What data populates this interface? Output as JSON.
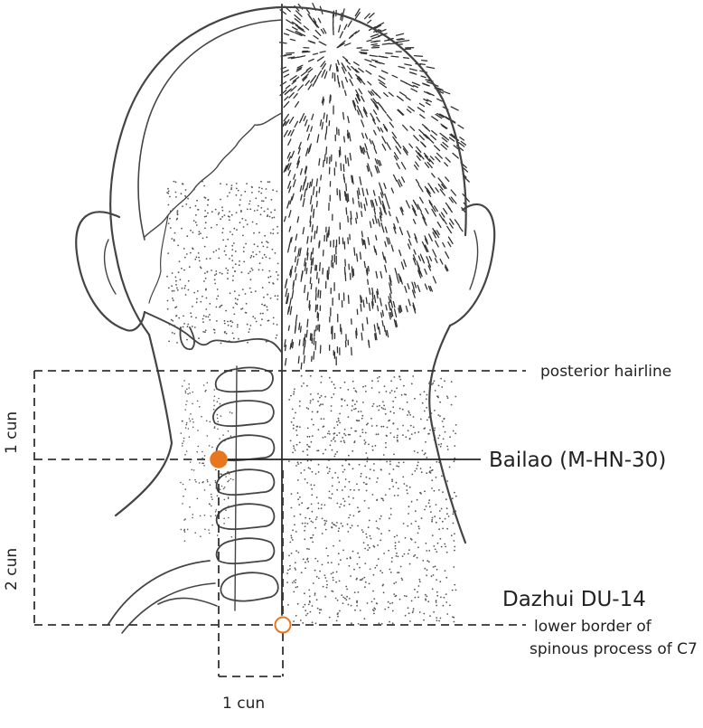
{
  "labels": {
    "posterior_hairline": "posterior hairline",
    "bailao": "Bailao (M-HN-30)",
    "dazhui": "Dazhui DU-14",
    "lower_border_line1": "lower border of",
    "lower_border_line2": "spinous process of C7",
    "cun_vertical_1": "1 cun",
    "cun_vertical_2": "2 cun",
    "cun_horizontal": "1 cun"
  },
  "colors": {
    "bailao_point": "#E8761F",
    "dazhui_point": "#E8761F",
    "line": "#333333"
  }
}
